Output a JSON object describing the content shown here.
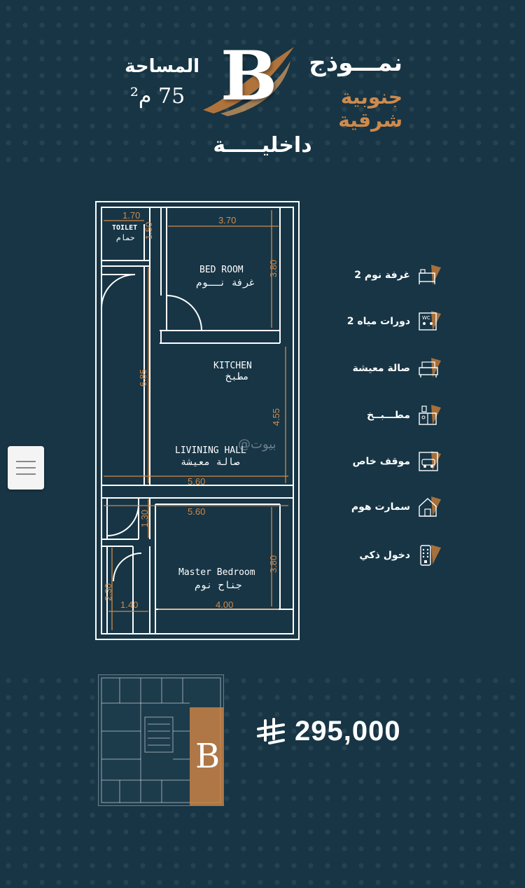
{
  "header": {
    "model_label": "نمـــوذج",
    "model_letter": "B",
    "orientation": "جنوبية شرقية",
    "area_label": "المساحة",
    "area_value": "75 م²",
    "position": "داخليـــــة"
  },
  "plan": {
    "rooms": {
      "toilet_en": "TOILET",
      "toilet_ar": "حمام",
      "bedroom_en": "BED ROOM",
      "bedroom_ar": "غرفة نــوم",
      "kitchen_en": "KITCHEN",
      "kitchen_ar": "مطبخ",
      "living_en": "LIVINING HALL",
      "living_ar": "صالة معيشة",
      "master_en": "Master Bedroom",
      "master_ar": "جناح نوم"
    },
    "dimensions": {
      "d170": "1.70",
      "d150": "1.50",
      "d370": "3.70",
      "d380a": "3.80",
      "d685": "6.85",
      "d455": "4.55",
      "d560a": "5.60",
      "d560b": "5.60",
      "d130": "1.30",
      "d380b": "3.80",
      "d230": "2.30",
      "d140": "1.40",
      "d400": "4.00"
    },
    "watermark": "بيوت@"
  },
  "features": [
    {
      "label": "2 غرفة نوم",
      "icon": "bedroom-icon"
    },
    {
      "label": "2 دورات مياه",
      "icon": "wc-icon"
    },
    {
      "label": "صالة معيشة",
      "icon": "sofa-icon"
    },
    {
      "label": "مطـــبــخ",
      "icon": "kitchen-icon"
    },
    {
      "label": "موقف خاص",
      "icon": "parking-icon"
    },
    {
      "label": "سمارت هوم",
      "icon": "smart-home-icon"
    },
    {
      "label": "دخول ذكي",
      "icon": "smart-lock-icon"
    }
  ],
  "price": {
    "value": "295,000",
    "currency_icon": "riyal-icon"
  },
  "thumbnail": {
    "letter": "B"
  },
  "colors": {
    "background": "#173545",
    "accent": "#d08a4a",
    "line": "#ffffff"
  }
}
